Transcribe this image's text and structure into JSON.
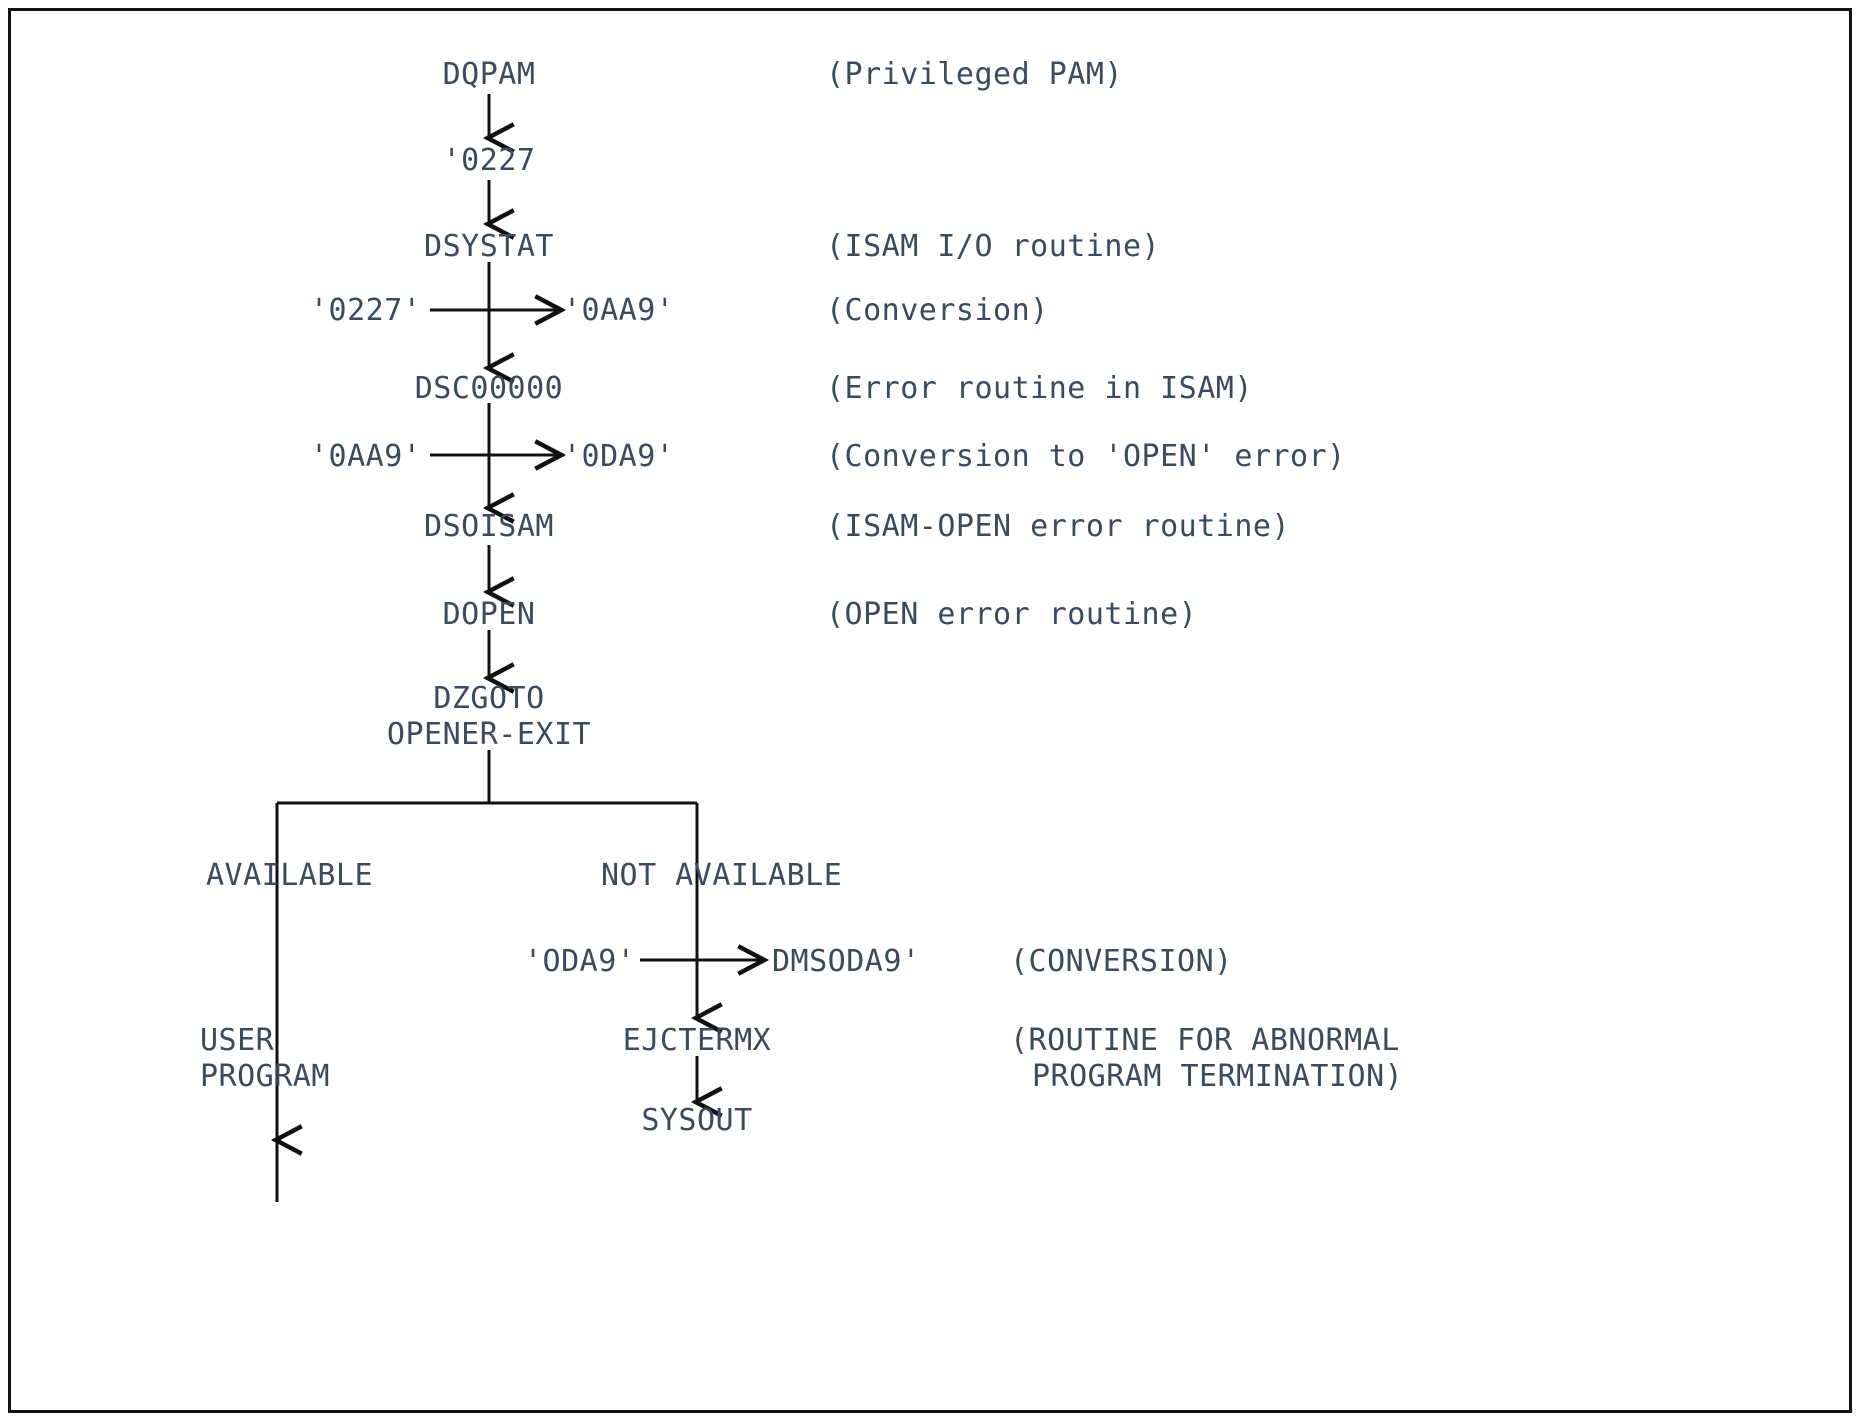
{
  "diagram": {
    "title": "ISAM OPEN error handling call chain",
    "text_color": "#3c4a5e",
    "line_color": "#111111",
    "border_color": "#111111",
    "background": "#ffffff"
  },
  "nodes": [
    {
      "id": "dqpam",
      "label": "DQPAM"
    },
    {
      "id": "code0227",
      "label": "'0227"
    },
    {
      "id": "dsystat",
      "label": "DSYSTAT"
    },
    {
      "id": "dsc00000",
      "label": "DSC00000"
    },
    {
      "id": "dsoisam",
      "label": "DSOISAM"
    },
    {
      "id": "dopen",
      "label": "DOPEN"
    },
    {
      "id": "dzgoto",
      "label": "DZGOTO"
    },
    {
      "id": "opener_exit",
      "label": "OPENER-EXIT"
    },
    {
      "id": "user",
      "label": "USER"
    },
    {
      "id": "program",
      "label": "PROGRAM"
    },
    {
      "id": "ejctermx",
      "label": "EJCTERMX"
    },
    {
      "id": "sysout",
      "label": "SYSOUT"
    }
  ],
  "conversions": [
    {
      "id": "conv1",
      "from": "'0227'",
      "to": "'0AA9'"
    },
    {
      "id": "conv2",
      "from": "'0AA9'",
      "to": "'0DA9'"
    },
    {
      "id": "conv3",
      "from": "'ODA9'",
      "to": "DMSODA9'"
    }
  ],
  "branch_labels": [
    {
      "id": "available",
      "label": "AVAILABLE"
    },
    {
      "id": "not_available",
      "label": "NOT AVAILABLE"
    }
  ],
  "annotations": [
    {
      "id": "ann_dqpam",
      "label": "(Privileged PAM)"
    },
    {
      "id": "ann_dsystat",
      "label": "(ISAM I/O routine)"
    },
    {
      "id": "ann_conv1",
      "label": "(Conversion)"
    },
    {
      "id": "ann_dsc00000",
      "label": "(Error routine in ISAM)"
    },
    {
      "id": "ann_conv2",
      "label": "(Conversion to 'OPEN' error)"
    },
    {
      "id": "ann_dsoisam",
      "label": "(ISAM-OPEN error routine)"
    },
    {
      "id": "ann_dopen",
      "label": "(OPEN error routine)"
    },
    {
      "id": "ann_conv3",
      "label": "(CONVERSION)"
    },
    {
      "id": "ann_ejctermx_line1",
      "label": "(ROUTINE FOR ABNORMAL"
    },
    {
      "id": "ann_ejctermx_line2",
      "label": "PROGRAM TERMINATION)"
    }
  ]
}
